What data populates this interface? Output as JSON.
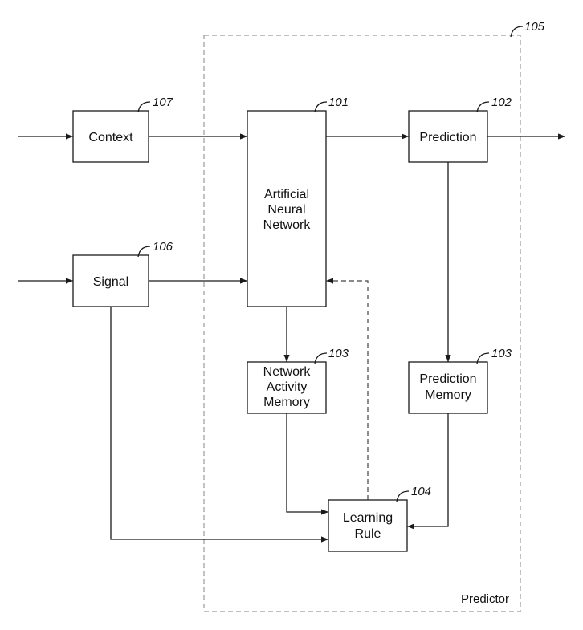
{
  "diagram": {
    "nodes": {
      "context": {
        "label": "Context",
        "ref": "107"
      },
      "signal": {
        "label": "Signal",
        "ref": "106"
      },
      "ann": {
        "lines": [
          "Artificial",
          "Neural",
          "Network"
        ],
        "ref": "101"
      },
      "prediction": {
        "label": "Prediction",
        "ref": "102"
      },
      "network_memory": {
        "lines": [
          "Network",
          "Activity",
          "Memory"
        ],
        "ref": "103"
      },
      "prediction_memory": {
        "lines": [
          "Prediction",
          "Memory"
        ],
        "ref": "103"
      },
      "learning_rule": {
        "lines": [
          "Learning",
          "Rule"
        ],
        "ref": "104"
      }
    },
    "predictor": {
      "label": "Predictor",
      "ref": "105"
    }
  }
}
